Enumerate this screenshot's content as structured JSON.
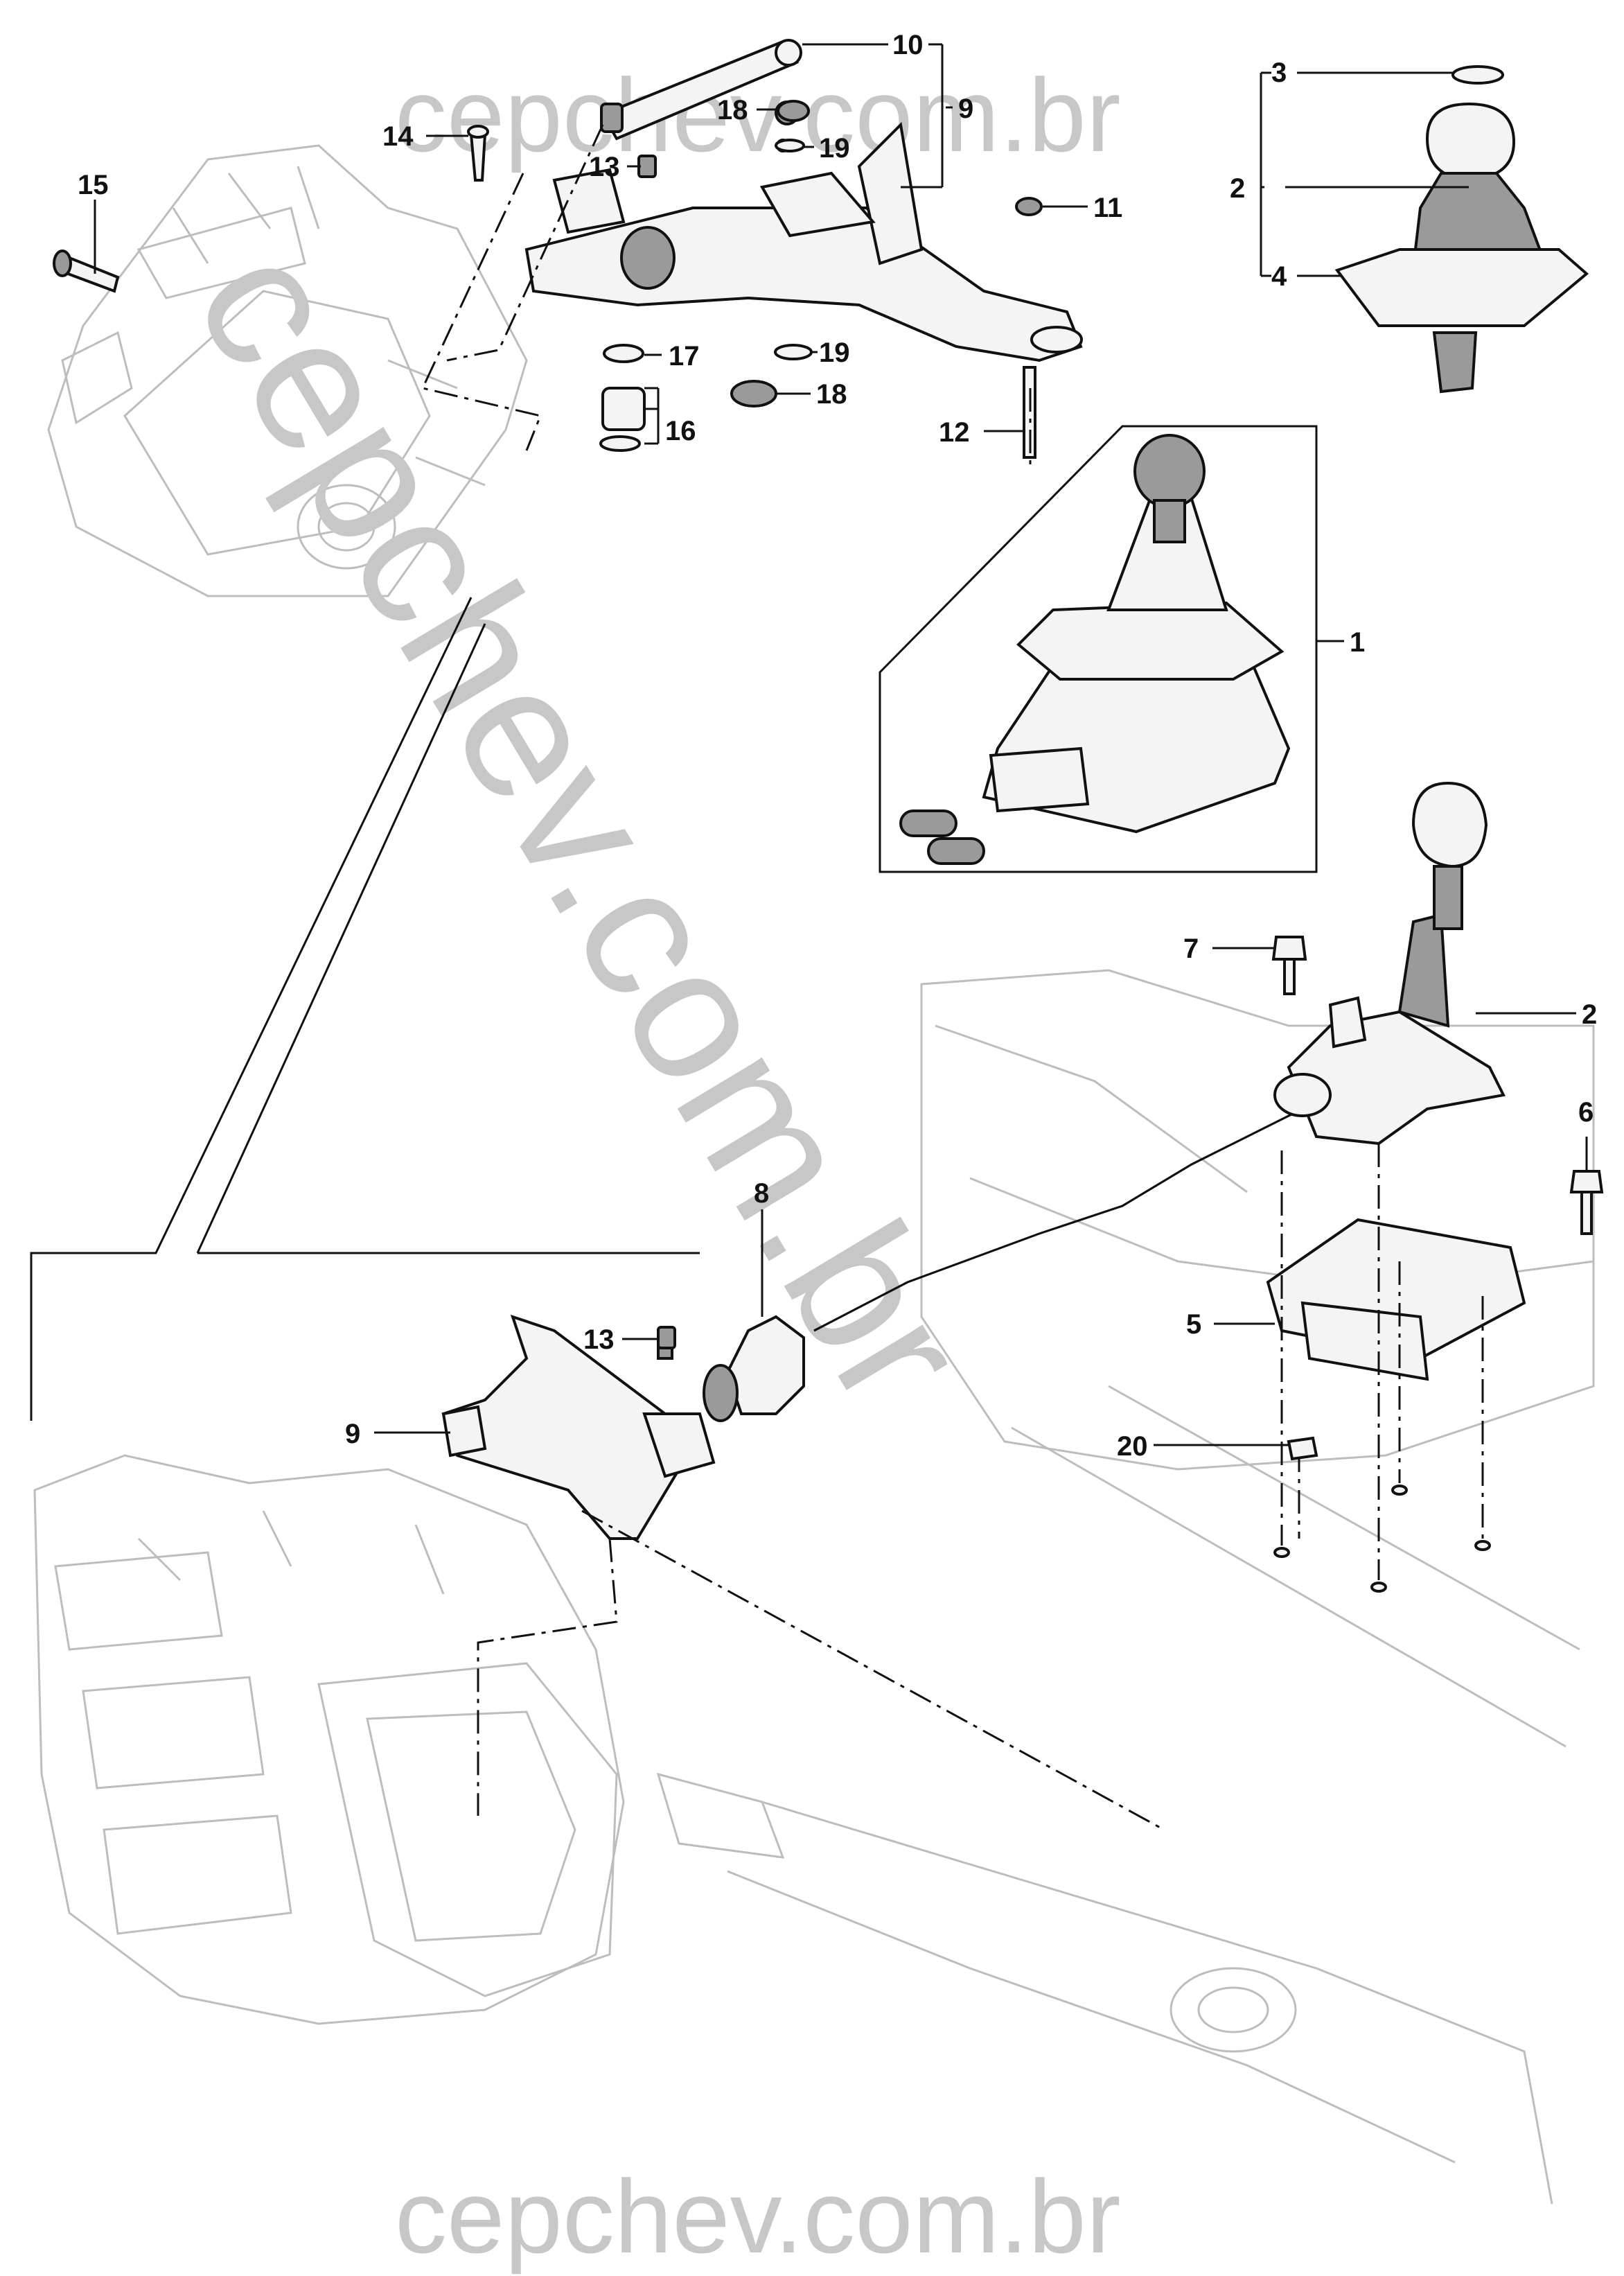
{
  "watermark": {
    "text": "cepchev.com.br",
    "color": "#c7c7c7"
  },
  "callouts": {
    "c1": "1",
    "c2a": "2",
    "c2b": "2",
    "c3": "3",
    "c4": "4",
    "c5": "5",
    "c6": "6",
    "c7": "7",
    "c8": "8",
    "c9a": "9",
    "c9b": "9",
    "c10": "10",
    "c11": "11",
    "c12": "12",
    "c13a": "13",
    "c13b": "13",
    "c14": "14",
    "c15": "15",
    "c16": "16",
    "c17": "17",
    "c18a": "18",
    "c18b": "18",
    "c19a": "19",
    "c19b": "19",
    "c20": "20"
  }
}
